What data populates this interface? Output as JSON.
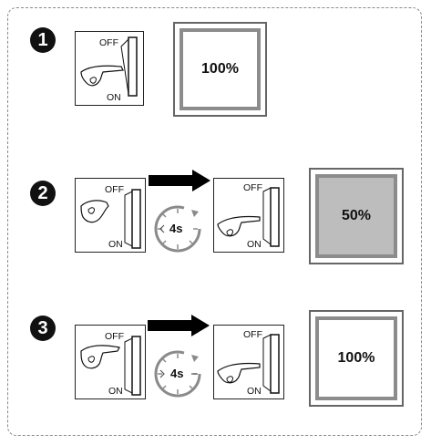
{
  "steps": [
    {
      "number": "1",
      "switch_off_label": "OFF",
      "switch_on_label": "ON",
      "lamp_level": "100%"
    },
    {
      "number": "2",
      "switch_off_label": "OFF",
      "switch_on_label": "ON",
      "timer": "4s",
      "switch2_off_label": "OFF",
      "switch2_on_label": "ON",
      "lamp_level": "50%"
    },
    {
      "number": "3",
      "switch_off_label": "OFF",
      "switch_on_label": "ON",
      "timer": "4s",
      "switch2_off_label": "OFF",
      "switch2_on_label": "ON",
      "lamp_level": "100%"
    }
  ],
  "colors": {
    "lamp_dim_fill": "#bdbdbd",
    "lamp_bright_fill": "#ffffff",
    "badge": "#111111",
    "arrow": "#000000"
  }
}
